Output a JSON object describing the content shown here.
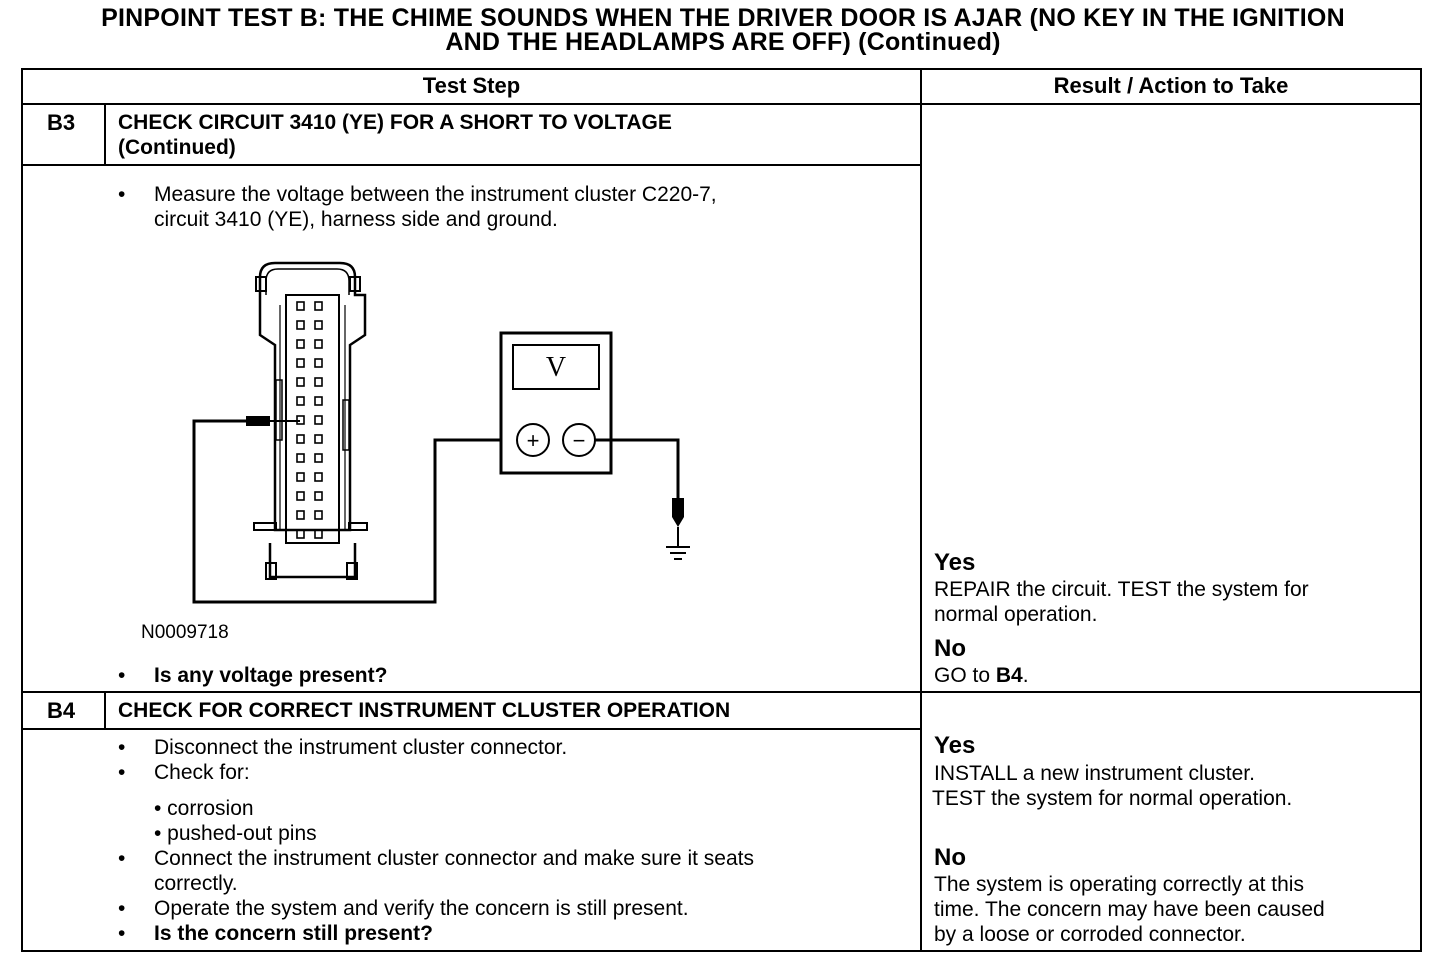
{
  "title_line1": "PINPOINT TEST  B: THE CHIME SOUNDS WHEN THE DRIVER DOOR IS AJAR (NO KEY IN THE IGNITION",
  "title_line2": "AND THE HEADLAMPS ARE OFF) (Continued)",
  "headers": {
    "test_step": "Test Step",
    "result": "Result / Action to Take"
  },
  "steps": [
    {
      "id": "B3",
      "heading_line1": "CHECK CIRCUIT 3410 (YE) FOR A SHORT TO VOLTAGE",
      "heading_line2": "(Continued)",
      "bullet1_line1": "Measure the voltage between the instrument cluster C220-7,",
      "bullet1_line2": "circuit 3410 (YE), harness side and ground.",
      "figure_id": "N0009718",
      "meter_label": "V",
      "plus": "+",
      "minus": "−",
      "question": "Is any voltage present?",
      "yes_label": "Yes",
      "yes_line1": "REPAIR the circuit. TEST the system for",
      "yes_line2": "normal operation.",
      "no_label": "No",
      "no_prefix": "GO to ",
      "no_ref": "B4",
      "no_suffix": "."
    },
    {
      "id": "B4",
      "heading": "CHECK FOR CORRECT INSTRUMENT CLUSTER OPERATION",
      "bullet1": "Disconnect the instrument cluster connector.",
      "bullet2": "Check for:",
      "sub1": "• corrosion",
      "sub2": "• pushed-out pins",
      "bullet3_line1": "Connect the instrument cluster connector and make sure it seats",
      "bullet3_line2": "correctly.",
      "bullet4": "Operate the system and verify the concern is still present.",
      "bullet5": "Is the concern still present?",
      "yes_label": "Yes",
      "yes_line1": "INSTALL a new instrument cluster.",
      "yes_line2": "TEST the  system for normal operation.",
      "no_label": "No",
      "no_line1": "The system is operating correctly at this",
      "no_line2": "time. The concern may have been caused",
      "no_line3": "by a loose or corroded connector."
    }
  ],
  "bullet_char": "•"
}
